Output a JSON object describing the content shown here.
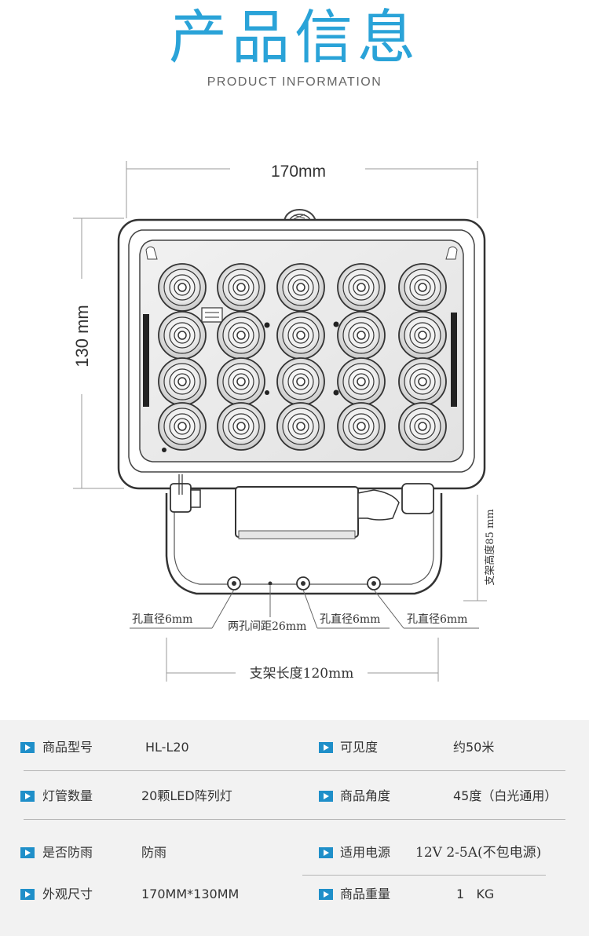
{
  "header": {
    "title": "产品信息",
    "subtitle": "PRODUCT INFORMATION"
  },
  "dimensions": {
    "width": "170mm",
    "height": "130 mm",
    "bracket_height": "支架高度85 mm",
    "hole_left": "孔直径6mm",
    "hole_spacing": "两孔间距26mm",
    "hole_mid": "孔直径6mm",
    "hole_right": "孔直径6mm",
    "bracket_length": "支架长度120mm"
  },
  "specs": {
    "rows": [
      {
        "left_label": "商品型号",
        "left_value": "HL-L20",
        "right_label": "可见度",
        "right_value": "约50米"
      },
      {
        "left_label": "灯管数量",
        "left_value": "20颗LED阵列灯",
        "right_label": "商品角度",
        "right_value": "45度（白光通用）"
      },
      {
        "left_label": "是否防雨",
        "left_value": "防雨",
        "right_label": "适用电源",
        "right_value": "12V  2-5A(不包电源)"
      },
      {
        "left_label": "外观尺寸",
        "left_value": "170MM*130MM",
        "right_label": "商品重量",
        "right_value": "1   KG"
      }
    ]
  },
  "colors": {
    "title": "#2aa3d8",
    "icon": "#1f8fc9",
    "spec_background": "#f2f2f2"
  },
  "icons": {
    "row_marker": "play-arrow-icon"
  }
}
